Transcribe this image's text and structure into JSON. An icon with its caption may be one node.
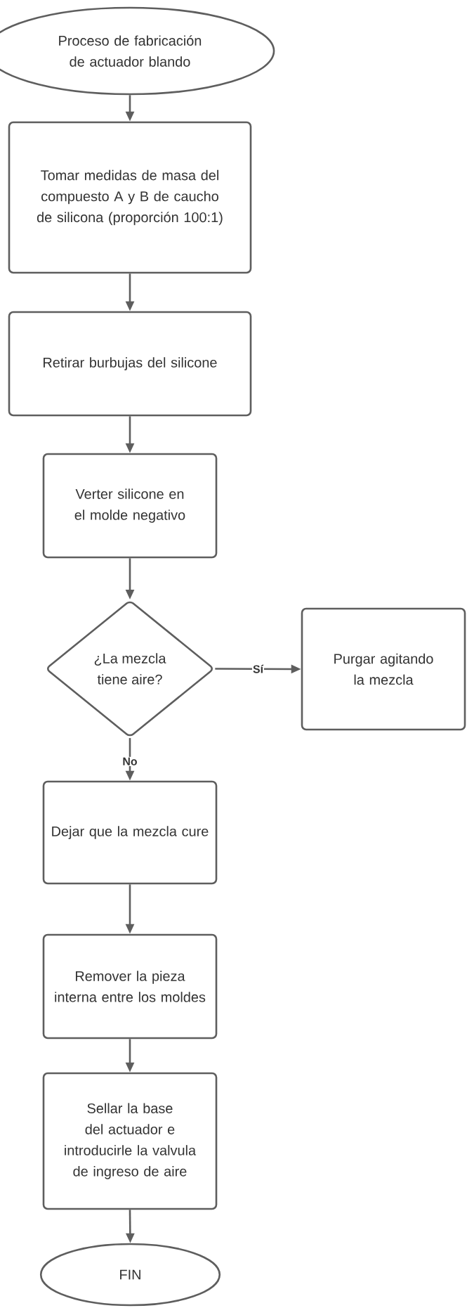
{
  "diagram": {
    "nodes": [
      {
        "text": [
          "Proceso de fabricación de actuador blando"
        ]
      },
      {
        "text": [
          "Tomar medidas de masa del compuesto A y B de caucho de silicona (proporción 100:1)"
        ]
      },
      {
        "text": [
          "Retirar burbujas del silicone"
        ]
      },
      {
        "text": [
          "Verter silicone en el molde negativo"
        ]
      },
      {
        "text": [
          "¿La mezcla tiene aire?"
        ]
      },
      {
        "text": [
          "Purgar agitando la mezcla"
        ]
      },
      {
        "text": [
          "Dejar que la mezcla cure"
        ]
      },
      {
        "text": [
          "Remover la pieza interna entre los moldes"
        ]
      },
      {
        "text": [
          "Sellar la base del actuador e introducirle la valvula de ingreso de aire"
        ]
      },
      {
        "text": [
          "FIN"
        ]
      }
    ],
    "edges": [
      {
        "from": 0,
        "to": 1,
        "arrow": "to"
      },
      {
        "from": 1,
        "to": 2,
        "arrow": "to"
      },
      {
        "from": 2,
        "to": 3,
        "arrow": "to"
      },
      {
        "from": 3,
        "to": 4,
        "arrow": "to"
      },
      {
        "from": 4,
        "to": 5,
        "arrow": "to",
        "label": "Sí"
      },
      {
        "from": 4,
        "to": 6,
        "arrow": "to",
        "label": "No"
      },
      {
        "from": 6,
        "to": 7,
        "arrow": "to"
      },
      {
        "from": 7,
        "to": 8,
        "arrow": "to"
      },
      {
        "from": 8,
        "to": 9,
        "arrow": "to"
      }
    ]
  }
}
